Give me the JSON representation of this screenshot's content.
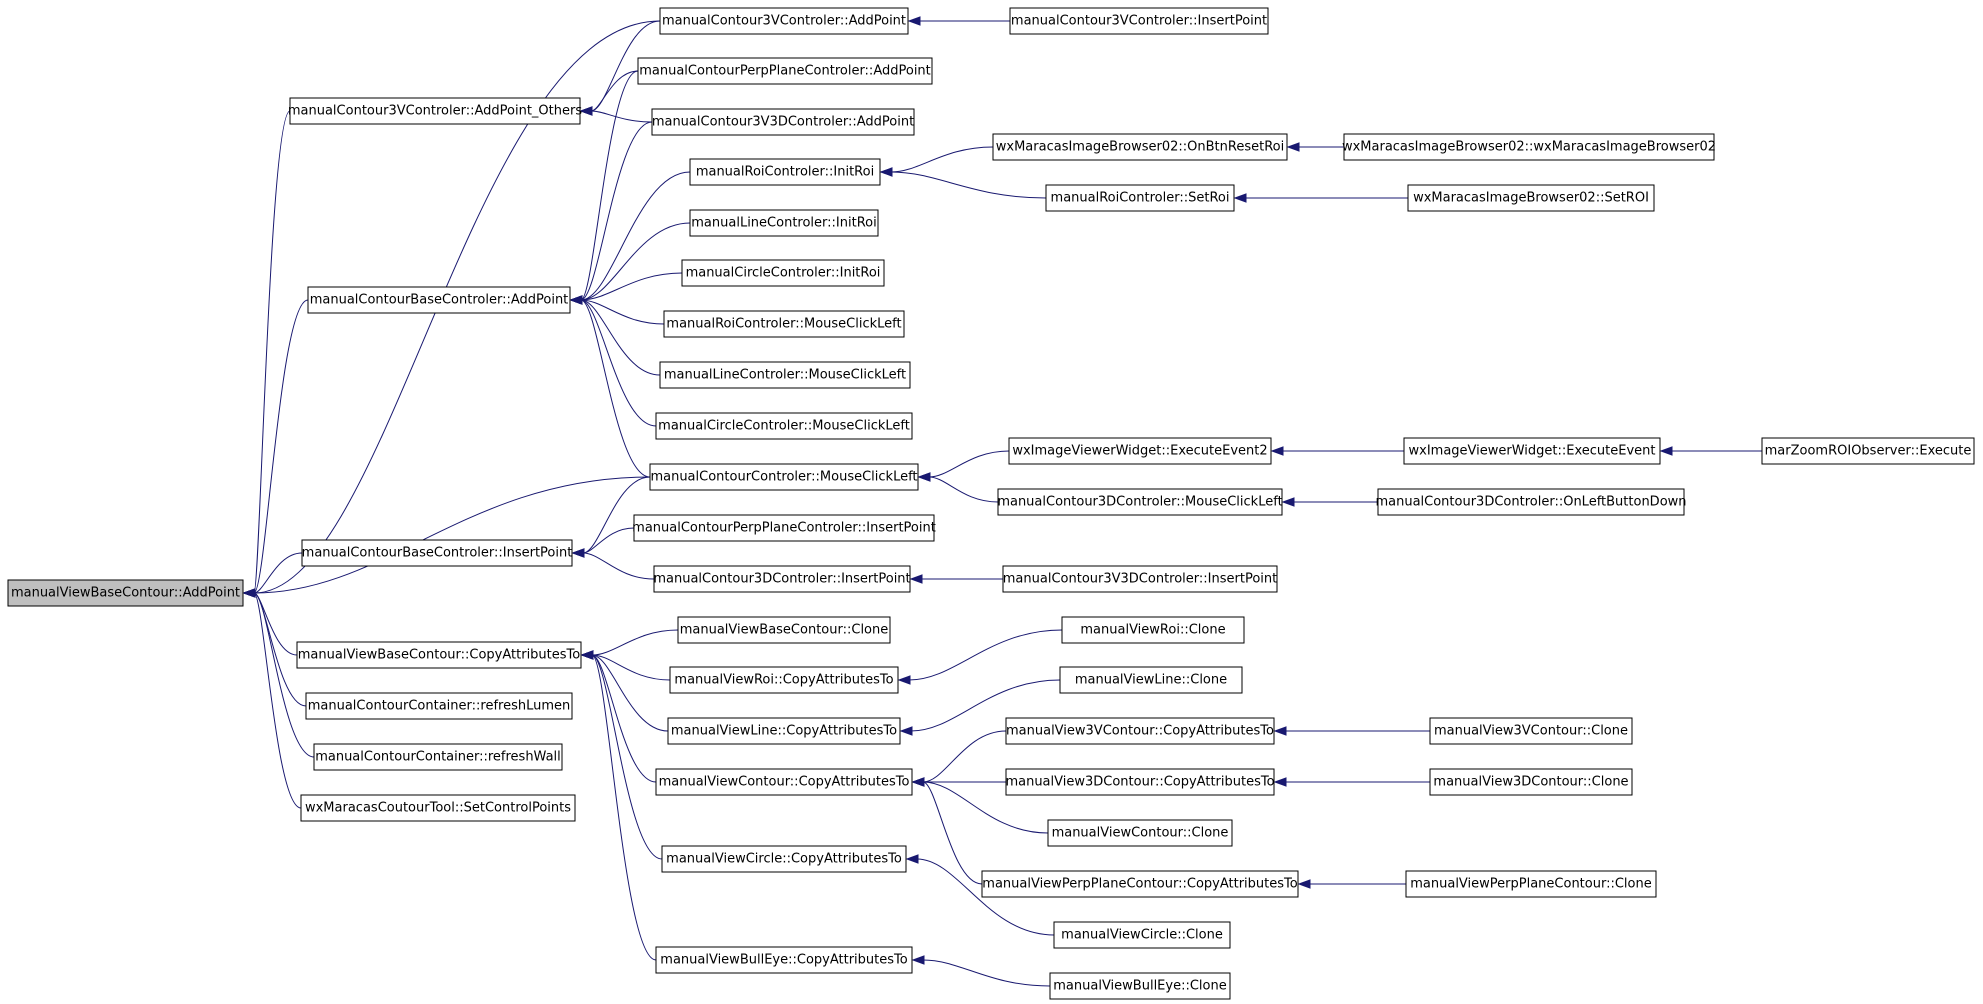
{
  "colors": {
    "edge": "#191970",
    "root_fill": "#bfbfbf",
    "node_fill": "#ffffff",
    "border": "#000000"
  },
  "nodes": [
    {
      "id": "n0",
      "label": "manualViewBaseContour::AddPoint",
      "root": true
    },
    {
      "id": "n1",
      "label": "manualContour3VControler::AddPoint_Others"
    },
    {
      "id": "n2",
      "label": "manualContour3VControler::AddPoint"
    },
    {
      "id": "n3",
      "label": "manualContourPerpPlaneControler::AddPoint"
    },
    {
      "id": "n4",
      "label": "manualContour3V3DControler::AddPoint"
    },
    {
      "id": "n5",
      "label": "manualContour3VControler::InsertPoint"
    },
    {
      "id": "n6",
      "label": "manualContourBaseControler::AddPoint"
    },
    {
      "id": "n7",
      "label": "manualRoiControler::InitRoi"
    },
    {
      "id": "n8",
      "label": "manualLineControler::InitRoi"
    },
    {
      "id": "n9",
      "label": "manualCircleControler::InitRoi"
    },
    {
      "id": "n10",
      "label": "manualRoiControler::MouseClickLeft"
    },
    {
      "id": "n11",
      "label": "manualLineControler::MouseClickLeft"
    },
    {
      "id": "n12",
      "label": "manualCircleControler::MouseClickLeft"
    },
    {
      "id": "n13",
      "label": "manualContourControler::MouseClickLeft"
    },
    {
      "id": "n14",
      "label": "wxMaracasImageBrowser02::OnBtnResetRoi"
    },
    {
      "id": "n15",
      "label": "wxMaracasImageBrowser02::wxMaracasImageBrowser02"
    },
    {
      "id": "n16",
      "label": "manualRoiControler::SetRoi"
    },
    {
      "id": "n17",
      "label": "wxMaracasImageBrowser02::SetROI"
    },
    {
      "id": "n18",
      "label": "wxImageViewerWidget::ExecuteEvent2"
    },
    {
      "id": "n19",
      "label": "wxImageViewerWidget::ExecuteEvent"
    },
    {
      "id": "n20",
      "label": "marZoomROIObserver::Execute"
    },
    {
      "id": "n21",
      "label": "manualContour3DControler::MouseClickLeft"
    },
    {
      "id": "n22",
      "label": "manualContour3DControler::OnLeftButtonDown"
    },
    {
      "id": "n23",
      "label": "manualContourBaseControler::InsertPoint"
    },
    {
      "id": "n24",
      "label": "manualContourPerpPlaneControler::InsertPoint"
    },
    {
      "id": "n25",
      "label": "manualContour3DControler::InsertPoint"
    },
    {
      "id": "n26",
      "label": "manualContour3V3DControler::InsertPoint"
    },
    {
      "id": "n27",
      "label": "manualViewBaseContour::CopyAttributesTo"
    },
    {
      "id": "n28",
      "label": "manualViewBaseContour::Clone"
    },
    {
      "id": "n29",
      "label": "manualViewRoi::CopyAttributesTo"
    },
    {
      "id": "n30",
      "label": "manualViewRoi::Clone"
    },
    {
      "id": "n31",
      "label": "manualViewLine::CopyAttributesTo"
    },
    {
      "id": "n32",
      "label": "manualViewLine::Clone"
    },
    {
      "id": "n33",
      "label": "manualViewContour::CopyAttributesTo"
    },
    {
      "id": "n34",
      "label": "manualView3VContour::CopyAttributesTo"
    },
    {
      "id": "n35",
      "label": "manualView3VContour::Clone"
    },
    {
      "id": "n36",
      "label": "manualView3DContour::CopyAttributesTo"
    },
    {
      "id": "n37",
      "label": "manualView3DContour::Clone"
    },
    {
      "id": "n38",
      "label": "manualViewContour::Clone"
    },
    {
      "id": "n39",
      "label": "manualViewPerpPlaneContour::CopyAttributesTo"
    },
    {
      "id": "n40",
      "label": "manualViewPerpPlaneContour::Clone"
    },
    {
      "id": "n41",
      "label": "manualViewCircle::CopyAttributesTo"
    },
    {
      "id": "n42",
      "label": "manualViewCircle::Clone"
    },
    {
      "id": "n43",
      "label": "manualViewBullEye::CopyAttributesTo"
    },
    {
      "id": "n44",
      "label": "manualViewBullEye::Clone"
    },
    {
      "id": "n45",
      "label": "manualContourContainer::refreshLumen"
    },
    {
      "id": "n46",
      "label": "manualContourContainer::refreshWall"
    },
    {
      "id": "n47",
      "label": "wxMaracasCoutourTool::SetControlPoints"
    }
  ],
  "edges": [
    [
      "n2",
      "n0"
    ],
    [
      "n1",
      "n0"
    ],
    [
      "n6",
      "n0"
    ],
    [
      "n13",
      "n0"
    ],
    [
      "n23",
      "n0"
    ],
    [
      "n27",
      "n0"
    ],
    [
      "n45",
      "n0"
    ],
    [
      "n46",
      "n0"
    ],
    [
      "n47",
      "n0"
    ],
    [
      "n2",
      "n1"
    ],
    [
      "n3",
      "n1"
    ],
    [
      "n4",
      "n1"
    ],
    [
      "n5",
      "n2"
    ],
    [
      "n3",
      "n6"
    ],
    [
      "n4",
      "n6"
    ],
    [
      "n7",
      "n6"
    ],
    [
      "n8",
      "n6"
    ],
    [
      "n9",
      "n6"
    ],
    [
      "n10",
      "n6"
    ],
    [
      "n11",
      "n6"
    ],
    [
      "n12",
      "n6"
    ],
    [
      "n13",
      "n6"
    ],
    [
      "n14",
      "n7"
    ],
    [
      "n16",
      "n7"
    ],
    [
      "n15",
      "n14"
    ],
    [
      "n17",
      "n16"
    ],
    [
      "n18",
      "n13"
    ],
    [
      "n21",
      "n13"
    ],
    [
      "n19",
      "n18"
    ],
    [
      "n20",
      "n19"
    ],
    [
      "n22",
      "n21"
    ],
    [
      "n13",
      "n23"
    ],
    [
      "n24",
      "n23"
    ],
    [
      "n25",
      "n23"
    ],
    [
      "n26",
      "n25"
    ],
    [
      "n28",
      "n27"
    ],
    [
      "n29",
      "n27"
    ],
    [
      "n31",
      "n27"
    ],
    [
      "n33",
      "n27"
    ],
    [
      "n41",
      "n27"
    ],
    [
      "n43",
      "n27"
    ],
    [
      "n30",
      "n29"
    ],
    [
      "n32",
      "n31"
    ],
    [
      "n34",
      "n33"
    ],
    [
      "n36",
      "n33"
    ],
    [
      "n38",
      "n33"
    ],
    [
      "n39",
      "n33"
    ],
    [
      "n35",
      "n34"
    ],
    [
      "n37",
      "n36"
    ],
    [
      "n40",
      "n39"
    ],
    [
      "n42",
      "n41"
    ],
    [
      "n44",
      "n43"
    ]
  ]
}
